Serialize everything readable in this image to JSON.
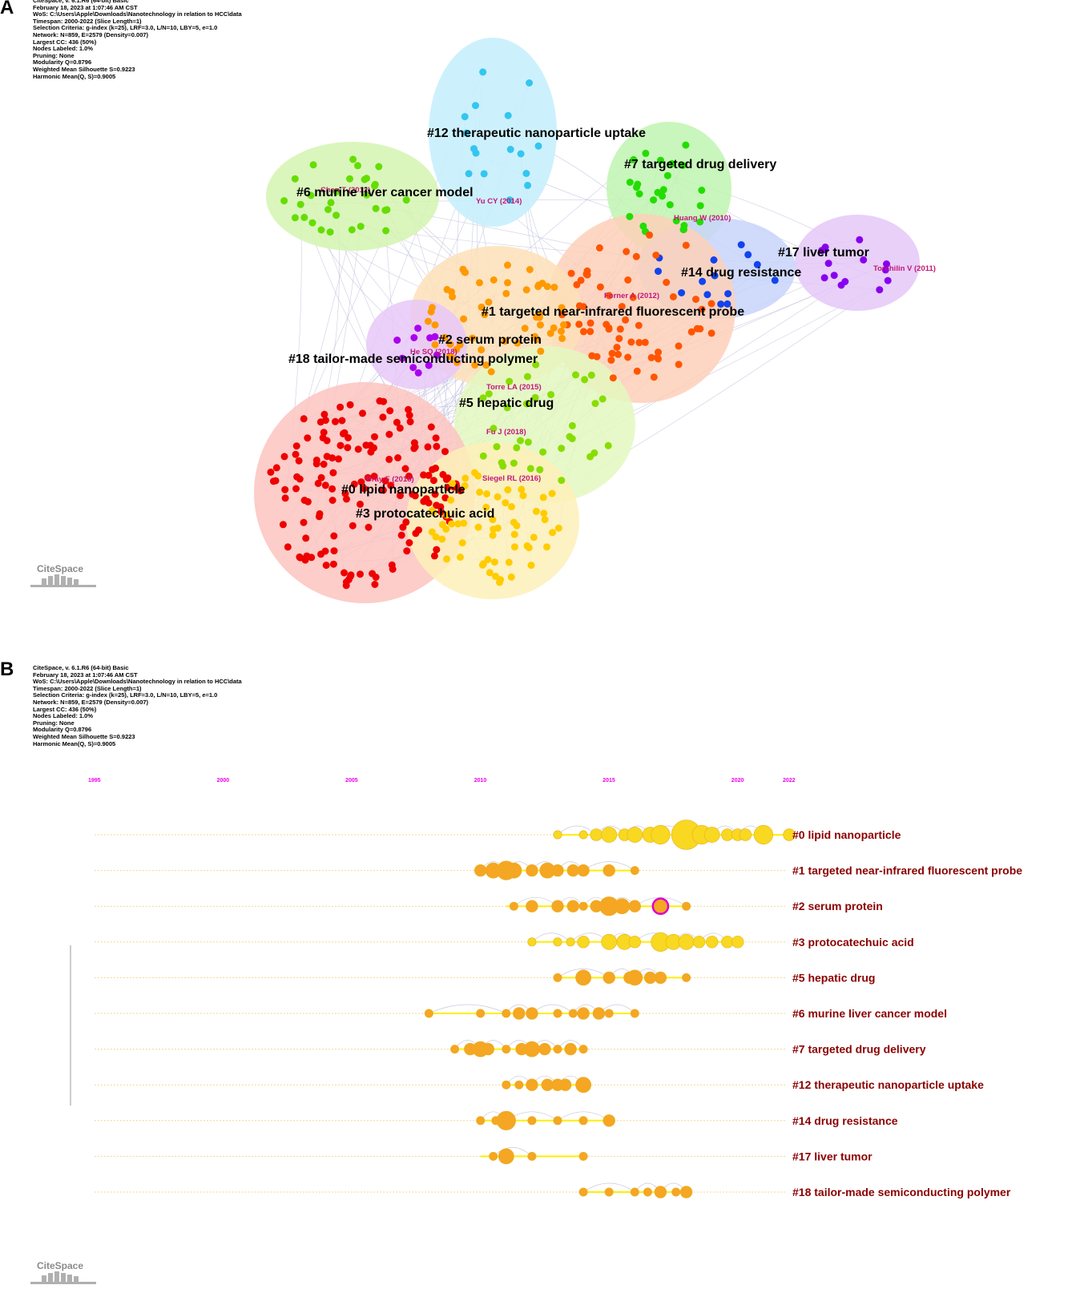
{
  "panel_a": {
    "letter": "A",
    "meta": [
      "CiteSpace, v. 6.1.R6 (64-bit) Basic",
      "February 18, 2023 at 1:07:46 AM CST",
      "WoS: C:\\Users\\Apple\\Downloads\\Nanotechnology in relation to HCC\\data",
      "Timespan: 2000-2022 (Slice Length=1)",
      "Selection Criteria: g-index (k=25), LRF=3.0, L/N=10, LBY=5, e=1.0",
      "Network: N=859, E=2579 (Density=0.007)",
      "Largest CC: 436 (50%)",
      "Nodes Labeled: 1.0%",
      "Pruning: None",
      "Modularity Q=0.8796",
      "Weighted Mean Silhouette S=0.9223",
      "Harmonic Mean(Q, S)=0.9005"
    ],
    "clusters": [
      {
        "label": "#12 therapeutic nanoparticle uptake",
        "color": "#33c6f0"
      },
      {
        "label": "#7 targeted drug delivery",
        "color": "#22dd00"
      },
      {
        "label": "#6 murine liver cancer model",
        "color": "#66dd00"
      },
      {
        "label": "#17 liver tumor",
        "color": "#8800ee"
      },
      {
        "label": "#14 drug resistance",
        "color": "#1144ee"
      },
      {
        "label": "#1 targeted near-infrared fluorescent probe",
        "color": "#ff5500"
      },
      {
        "label": "#2 serum protein",
        "color": "#ff9900"
      },
      {
        "label": "#18 tailor-made semiconducting polymer",
        "color": "#aa00ee"
      },
      {
        "label": "#5 hepatic drug",
        "color": "#88dd00"
      },
      {
        "label": "#0 lipid nanoparticle",
        "color": "#ee0000"
      },
      {
        "label": "#3 protocatechuic acid",
        "color": "#ffcc00"
      }
    ],
    "references": [
      "Yu CY (2014)",
      "Huang W (2010)",
      "Torchilin V (2011)",
      "Forner A (2012)",
      "He SQ (2018)",
      "Torre LA (2015)",
      "Fu J (2018)",
      "Siegel RL (2016)",
      "Bray F (2018)",
      "Chen T (2012)"
    ],
    "logo": "CiteSpace"
  },
  "panel_b": {
    "letter": "B",
    "meta": [
      "CiteSpace, v. 6.1.R6 (64-bit) Basic",
      "February 18, 2023 at 1:07:46 AM CST",
      "WoS: C:\\Users\\Apple\\Downloads\\Nanotechnology in relation to HCC\\data",
      "Timespan: 2000-2022 (Slice Length=1)",
      "Selection Criteria: g-index (k=25), LRF=3.0, L/N=10, LBY=5, e=1.0",
      "Network: N=859, E=2579 (Density=0.007)",
      "Largest CC: 436 (50%)",
      "Nodes Labeled: 1.0%",
      "Pruning: None",
      "Modularity Q=0.8796",
      "Weighted Mean Silhouette S=0.9223",
      "Harmonic Mean(Q, S)=0.9005"
    ],
    "years": [
      "1995",
      "2000",
      "2005",
      "2010",
      "2015",
      "2020",
      "2022"
    ],
    "year_values": [
      1995,
      2000,
      2005,
      2010,
      2015,
      2020,
      2022
    ],
    "year_range": [
      1995,
      2022
    ],
    "timelines": [
      {
        "label": "#0 lipid nanoparticle",
        "start": 2013,
        "end": 2022,
        "nodes": [
          [
            2013,
            1
          ],
          [
            2014,
            1
          ],
          [
            2014.5,
            2
          ],
          [
            2015,
            3
          ],
          [
            2015.6,
            2
          ],
          [
            2016,
            3
          ],
          [
            2016.6,
            3
          ],
          [
            2017,
            4
          ],
          [
            2018,
            7
          ],
          [
            2018.6,
            4
          ],
          [
            2019,
            3
          ],
          [
            2019.6,
            2
          ],
          [
            2020,
            2
          ],
          [
            2020.3,
            2
          ],
          [
            2021,
            4
          ],
          [
            2022,
            2
          ]
        ]
      },
      {
        "label": "#1 targeted near-infrared fluorescent probe",
        "start": 2010,
        "end": 2016,
        "nodes": [
          [
            2010,
            2
          ],
          [
            2010.5,
            3
          ],
          [
            2011,
            4
          ],
          [
            2011.3,
            3
          ],
          [
            2012,
            2
          ],
          [
            2012.6,
            3
          ],
          [
            2013,
            2
          ],
          [
            2013.6,
            2
          ],
          [
            2014,
            2
          ],
          [
            2015,
            2
          ],
          [
            2016,
            1
          ]
        ]
      },
      {
        "label": "#2 serum protein",
        "start": 2011,
        "end": 2018,
        "nodes": [
          [
            2011.3,
            1
          ],
          [
            2012,
            2
          ],
          [
            2013,
            2
          ],
          [
            2013.6,
            2
          ],
          [
            2014,
            1
          ],
          [
            2014.5,
            2
          ],
          [
            2015,
            4
          ],
          [
            2015.5,
            3
          ],
          [
            2016,
            2
          ],
          [
            2017,
            3
          ],
          [
            2018,
            1
          ]
        ]
      },
      {
        "label": "#3 protocatechuic acid",
        "start": 2012,
        "end": 2020,
        "nodes": [
          [
            2012,
            1
          ],
          [
            2013,
            1
          ],
          [
            2013.5,
            1
          ],
          [
            2014,
            2
          ],
          [
            2015,
            3
          ],
          [
            2015.6,
            3
          ],
          [
            2016,
            2
          ],
          [
            2017,
            4
          ],
          [
            2017.5,
            3
          ],
          [
            2018,
            3
          ],
          [
            2018.5,
            2
          ],
          [
            2019,
            2
          ],
          [
            2019.6,
            2
          ],
          [
            2020,
            2
          ]
        ]
      },
      {
        "label": "#5 hepatic drug",
        "start": 2013,
        "end": 2018,
        "nodes": [
          [
            2013,
            1
          ],
          [
            2014,
            3
          ],
          [
            2015,
            2
          ],
          [
            2015.8,
            2
          ],
          [
            2016,
            3
          ],
          [
            2016.6,
            2
          ],
          [
            2017,
            2
          ],
          [
            2018,
            1
          ]
        ]
      },
      {
        "label": "#6 murine liver cancer model",
        "start": 2008,
        "end": 2016,
        "nodes": [
          [
            2008,
            1
          ],
          [
            2010,
            1
          ],
          [
            2011,
            1
          ],
          [
            2011.5,
            2
          ],
          [
            2012,
            2
          ],
          [
            2013,
            1
          ],
          [
            2013.6,
            1
          ],
          [
            2014,
            2
          ],
          [
            2014.6,
            2
          ],
          [
            2015,
            1
          ],
          [
            2016,
            1
          ]
        ]
      },
      {
        "label": "#7 targeted drug delivery",
        "start": 2009,
        "end": 2014,
        "nodes": [
          [
            2009,
            1
          ],
          [
            2009.6,
            2
          ],
          [
            2010,
            3
          ],
          [
            2010.3,
            2
          ],
          [
            2011,
            1
          ],
          [
            2011.6,
            2
          ],
          [
            2012,
            3
          ],
          [
            2012.5,
            2
          ],
          [
            2013,
            1
          ],
          [
            2013.5,
            2
          ],
          [
            2014,
            1
          ]
        ]
      },
      {
        "label": "#12 therapeutic nanoparticle uptake",
        "start": 2011,
        "end": 2014,
        "nodes": [
          [
            2011,
            1
          ],
          [
            2011.5,
            1
          ],
          [
            2012,
            2
          ],
          [
            2012.6,
            2
          ],
          [
            2013,
            2
          ],
          [
            2013.3,
            2
          ],
          [
            2014,
            3
          ]
        ]
      },
      {
        "label": "#14 drug resistance",
        "start": 2010,
        "end": 2015,
        "nodes": [
          [
            2010,
            1
          ],
          [
            2010.6,
            1
          ],
          [
            2011,
            4
          ],
          [
            2012,
            1
          ],
          [
            2013,
            1
          ],
          [
            2014,
            1
          ],
          [
            2015,
            2
          ]
        ]
      },
      {
        "label": "#17 liver tumor",
        "start": 2010,
        "end": 2014,
        "nodes": [
          [
            2010.5,
            1
          ],
          [
            2011,
            3
          ],
          [
            2012,
            1
          ],
          [
            2014,
            1
          ]
        ]
      },
      {
        "label": "#18 tailor-made semiconducting polymer",
        "start": 2014,
        "end": 2018,
        "nodes": [
          [
            2014,
            1
          ],
          [
            2015,
            1
          ],
          [
            2016,
            1
          ],
          [
            2016.5,
            1
          ],
          [
            2017,
            2
          ],
          [
            2017.6,
            1
          ],
          [
            2018,
            2
          ]
        ]
      }
    ],
    "colors": {
      "label": "#8b0000",
      "year": "#ee00ee",
      "line": "#ffee00",
      "node_fill": "#f5a623",
      "node_highlight": "#ff33aa"
    },
    "logo": "CiteSpace"
  }
}
